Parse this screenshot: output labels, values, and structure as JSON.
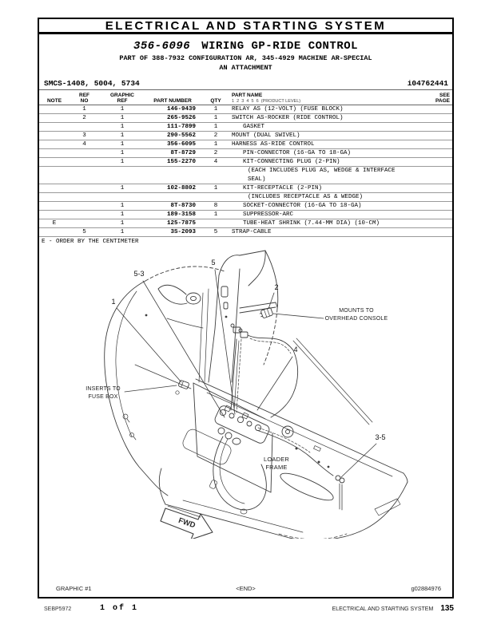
{
  "header": {
    "title": "ELECTRICAL AND STARTING SYSTEM"
  },
  "title": {
    "part_number": "356-6096",
    "name": "WIRING GP-RIDE CONTROL",
    "subtitle": "PART OF 388-7932 CONFIGURATION AR, 345-4929 MACHINE AR-SPECIAL",
    "attachment": "AN ATTACHMENT",
    "smcs": "SMCS-1408, 5004, 5734",
    "media_id": "i04762441"
  },
  "table": {
    "headers": {
      "note": "NOTE",
      "ref_l1": "REF",
      "ref_l2": "NO",
      "gref_l1": "GRAPHIC",
      "gref_l2": "REF",
      "part_number": "PART NUMBER",
      "qty": "QTY",
      "part_name": "PART NAME",
      "product_level": "1  2  3  4  5  6  (PRODUCT LEVEL)",
      "see_l1": "SEE",
      "see_l2": "PAGE"
    },
    "rows": [
      {
        "note": "",
        "ref": "1",
        "gref": "1",
        "part": "146-9439",
        "qty": "1",
        "name": "RELAY AS (12-VOLT) (FUSE BLOCK)",
        "indent": 0
      },
      {
        "note": "",
        "ref": "2",
        "gref": "1",
        "part": "265-9526",
        "qty": "1",
        "name": "SWITCH AS-ROCKER (RIDE CONTROL)",
        "indent": 0
      },
      {
        "note": "",
        "ref": "",
        "gref": "1",
        "part": "111-7899",
        "qty": "1",
        "name": "GASKET",
        "indent": 1
      },
      {
        "note": "",
        "ref": "3",
        "gref": "1",
        "part": "290-5562",
        "qty": "2",
        "name": "MOUNT (DUAL SWIVEL)",
        "indent": 0
      },
      {
        "note": "",
        "ref": "4",
        "gref": "1",
        "part": "356-6095",
        "qty": "1",
        "name": "HARNESS AS-RIDE CONTROL",
        "indent": 0
      },
      {
        "note": "",
        "ref": "",
        "gref": "1",
        "part": "8T-8729",
        "qty": "2",
        "name": "PIN-CONNECTOR (16-GA TO 18-GA)",
        "indent": 1
      },
      {
        "note": "",
        "ref": "",
        "gref": "1",
        "part": "155-2270",
        "qty": "4",
        "name": "KIT-CONNECTING PLUG (2-PIN)",
        "indent": 1
      },
      {
        "note": "",
        "ref": "",
        "gref": "",
        "part": "",
        "qty": "",
        "name": "(EACH INCLUDES PLUG AS, WEDGE & INTERFACE SEAL)",
        "indent": 2,
        "wrap": true
      },
      {
        "note": "",
        "ref": "",
        "gref": "1",
        "part": "102-8802",
        "qty": "1",
        "name": "KIT-RECEPTACLE (2-PIN)",
        "indent": 1
      },
      {
        "note": "",
        "ref": "",
        "gref": "",
        "part": "",
        "qty": "",
        "name": "(INCLUDES RECEPTACLE AS & WEDGE)",
        "indent": 2
      },
      {
        "note": "",
        "ref": "",
        "gref": "1",
        "part": "8T-8730",
        "qty": "8",
        "name": "SOCKET-CONNECTOR (16-GA TO 18-GA)",
        "indent": 1
      },
      {
        "note": "",
        "ref": "",
        "gref": "1",
        "part": "189-3158",
        "qty": "1",
        "name": "SUPPRESSOR-ARC",
        "indent": 1
      },
      {
        "note": "E",
        "ref": "",
        "gref": "1",
        "part": "125-7875",
        "qty": "",
        "name": "TUBE-HEAT SHRINK (7.44-MM DIA) (10-CM)",
        "indent": 1
      },
      {
        "note": "",
        "ref": "5",
        "gref": "1",
        "part": "3S-2093",
        "qty": "5",
        "name": "STRAP-CABLE",
        "indent": 0
      }
    ],
    "note": "E - ORDER BY THE CENTIMETER"
  },
  "graphic": {
    "callouts": {
      "c1": "1",
      "c2": "2",
      "c4": "4",
      "c5": "5",
      "c53": "5-3",
      "c35": "3-5"
    },
    "labels": {
      "mounts_l1": "MOUNTS TO",
      "mounts_l2": "OVERHEAD CONSOLE",
      "inserts_l1": "INSERTS TO",
      "inserts_l2": "FUSE BOX",
      "loader_l1": "LOADER",
      "loader_l2": "FRAME",
      "fwd": "FWD"
    },
    "caption_left": "GRAPHIC #1",
    "caption_center": "<END>",
    "caption_right": "g02884976"
  },
  "footer": {
    "doc": "SEBP5972",
    "pages": "1 of 1",
    "section": "ELECTRICAL AND STARTING SYSTEM",
    "page_no": "135"
  }
}
